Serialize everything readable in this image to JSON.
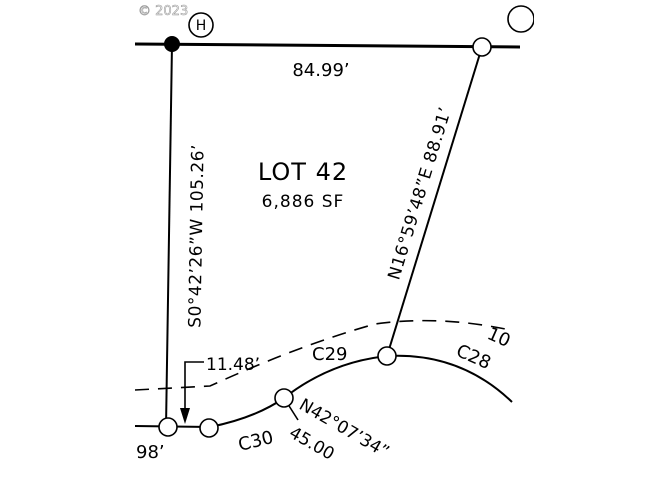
{
  "watermark": "© 2023",
  "lot": {
    "name": "LOT 42",
    "area": "6,886 SF"
  },
  "marker_letter": "H",
  "bearings": {
    "north_line": "84.99’",
    "west_line": "S0°42’26”W 105.26’",
    "east_line": "N16°59’48”E 88.91’",
    "lower_radial_bearing": "N42°07’34”",
    "lower_radial_distance": "45.00"
  },
  "misc_labels": {
    "south_offset": "11.48’",
    "curve_c29": "C29",
    "curve_c28": "C28",
    "curve_c30": "C30",
    "fragment_98": "98’",
    "fragment_10": "10"
  },
  "colors": {
    "line": "#000000",
    "background": "#ffffff"
  }
}
